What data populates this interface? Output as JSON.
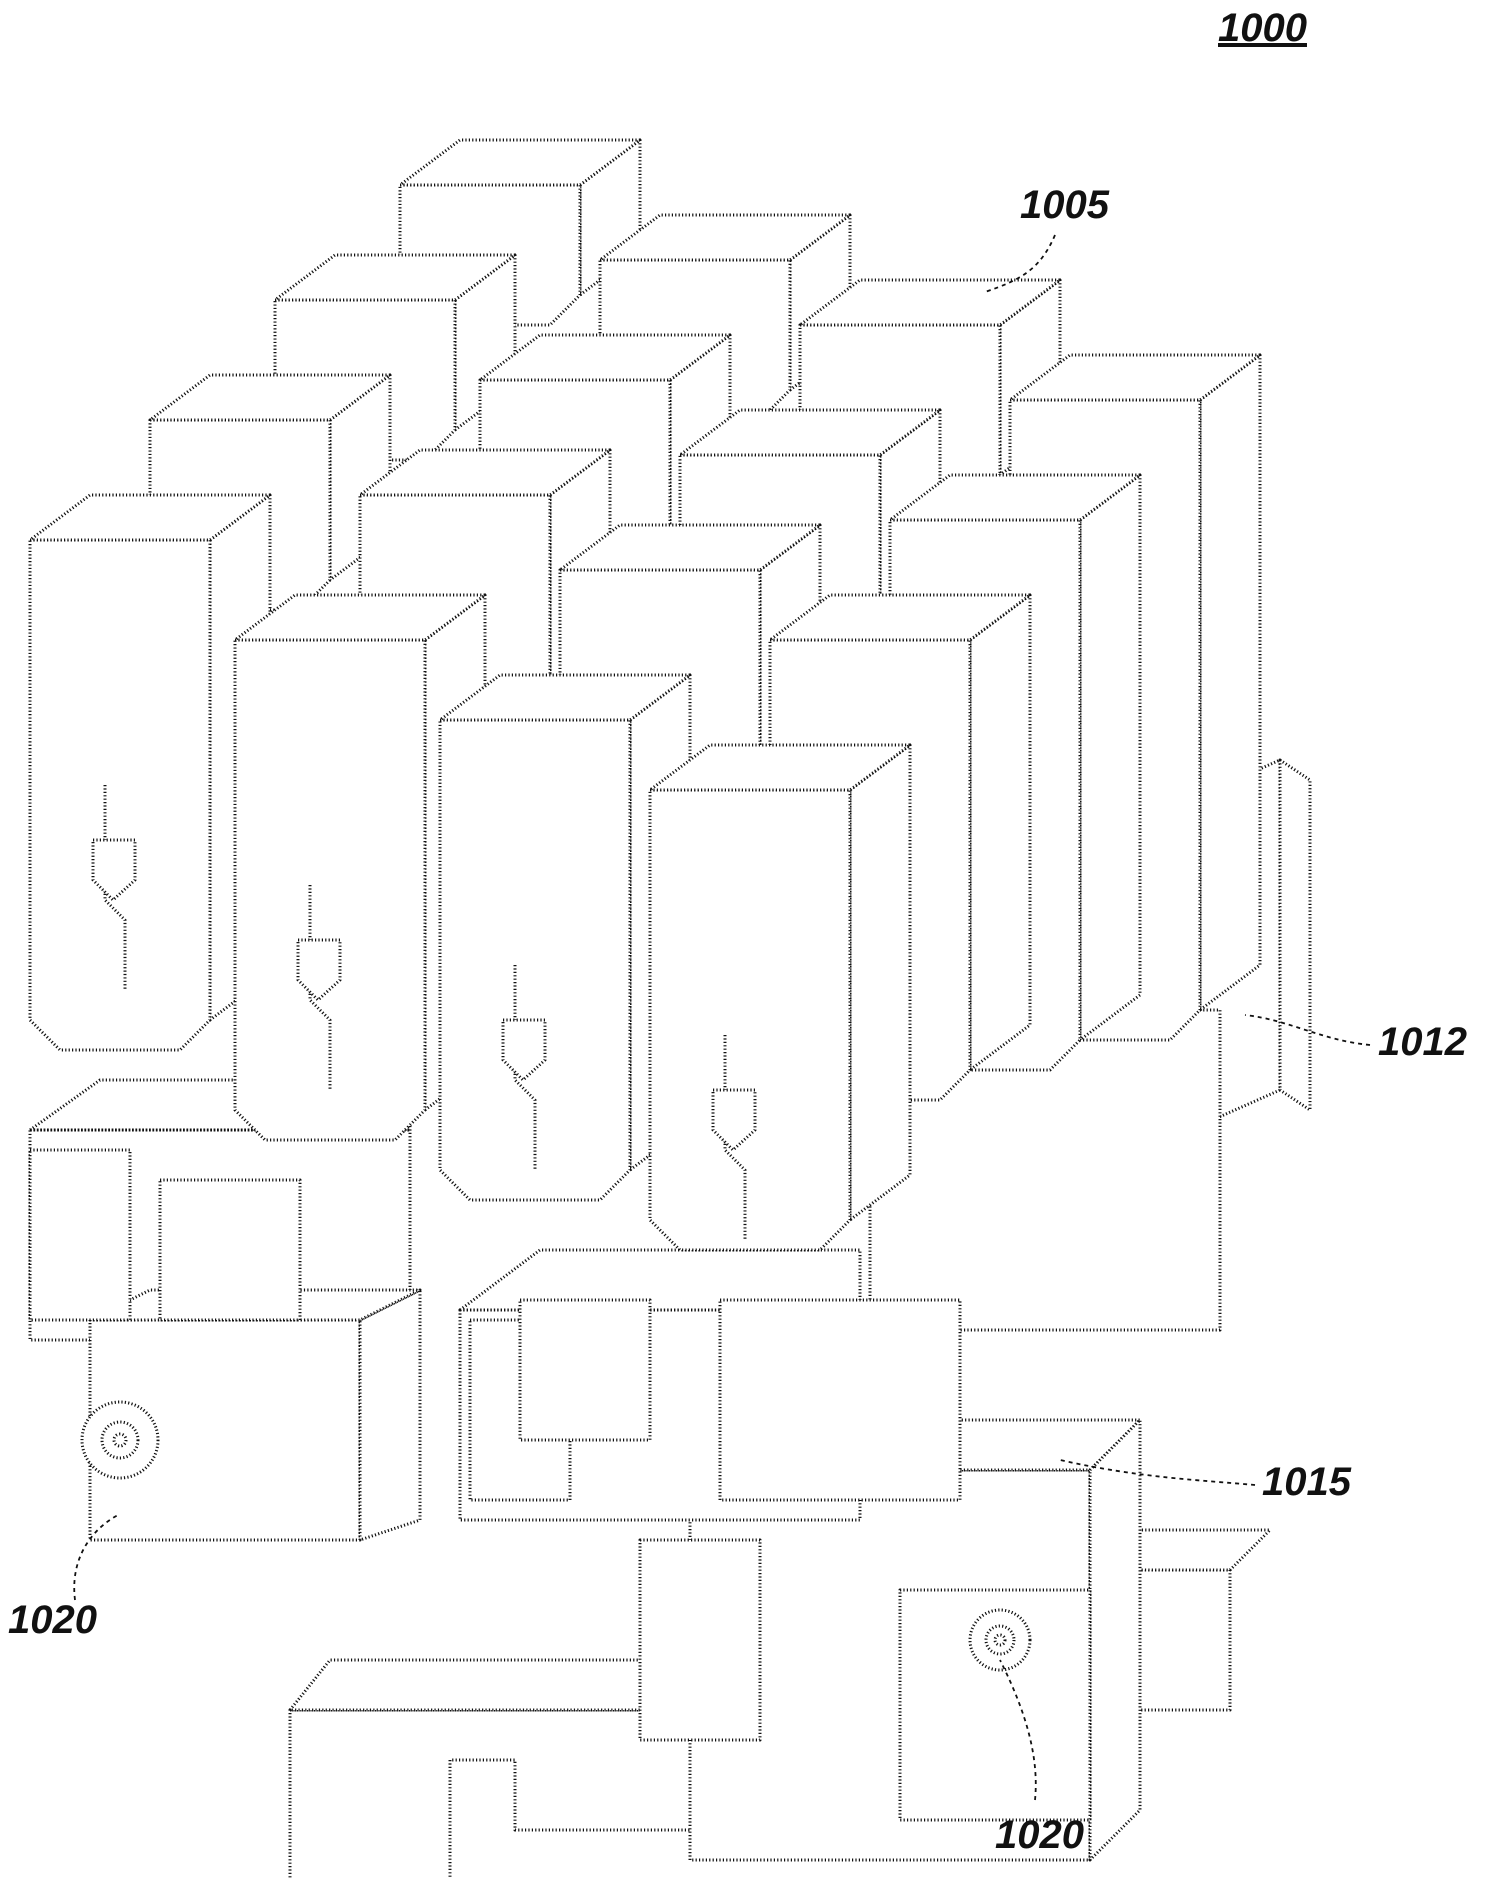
{
  "figure": {
    "number": "1000",
    "labels": {
      "top_blocks": "1005",
      "upper_frame": "1012",
      "lower_frame": "1015",
      "pivot_left": "1020",
      "pivot_right": "1020"
    }
  }
}
